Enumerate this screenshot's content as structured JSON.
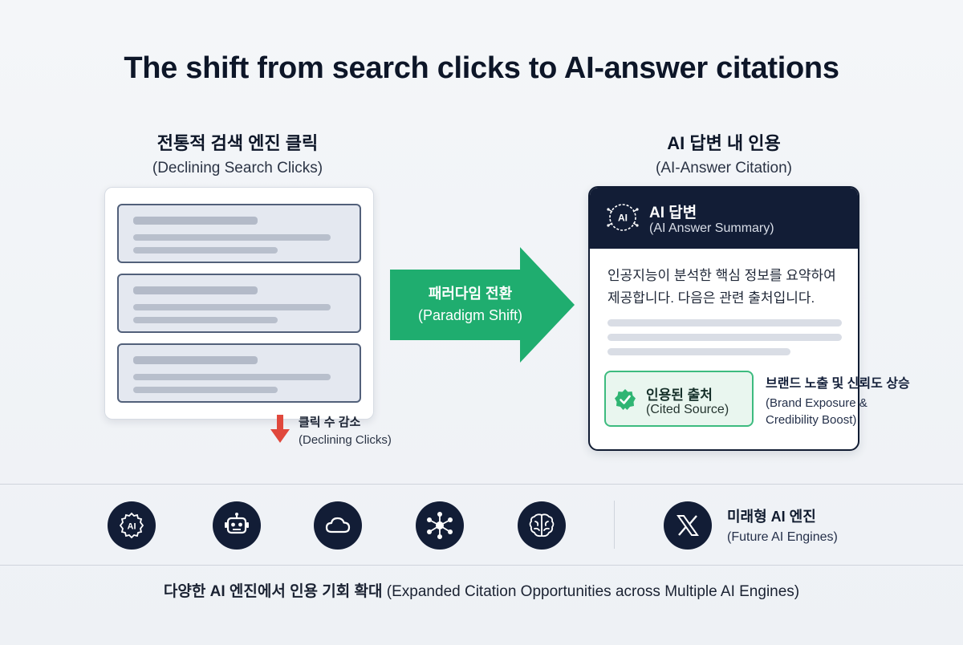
{
  "title": "The shift from search clicks to AI-answer citations",
  "left_section": {
    "heading_ko": "전통적 검색 엔진 클릭",
    "heading_en": "(Declining Search Clicks)",
    "decline_ko": "클릭 수 감소",
    "decline_en": "(Declining Clicks)"
  },
  "center": {
    "label_ko": "패러다임 전환",
    "label_en": "(Paradigm Shift)"
  },
  "right_section": {
    "heading_ko": "AI 답변 내 인용",
    "heading_en": "(AI-Answer Citation)",
    "card": {
      "icon_text": "AI",
      "header_ko": "AI 답변",
      "header_en": "(AI Answer Summary)",
      "body_line1": "인공지능이 분석한 핵심 정보를 요약하여",
      "body_line2": "제공합니다. 다음은 관련 출처입니다.",
      "cited_ko": "인용된 출처",
      "cited_en": "(Cited Source)"
    },
    "brand_ko": "브랜드 노출 및 신뢰도 상승",
    "brand_en_line1": "(Brand Exposure &",
    "brand_en_line2": "Credibility Boost)"
  },
  "engines": {
    "icons": [
      "ai-chip-icon",
      "robot-icon",
      "cloud-icon",
      "network-icon",
      "brain-icon"
    ],
    "future_icon": "x-logo-icon",
    "future_ko": "미래형 AI 엔진",
    "future_en": "(Future AI Engines)",
    "chip_text": "AI"
  },
  "footer": {
    "text_ko": "다양한 AI 엔진에서 인용 기회 확대",
    "text_en": "(Expanded Citation Opportunities across Multiple AI Engines)"
  },
  "colors": {
    "navy": "#121d36",
    "green": "#1fad6f",
    "red": "#e0483c",
    "cited_bg": "#e9f6ef"
  }
}
